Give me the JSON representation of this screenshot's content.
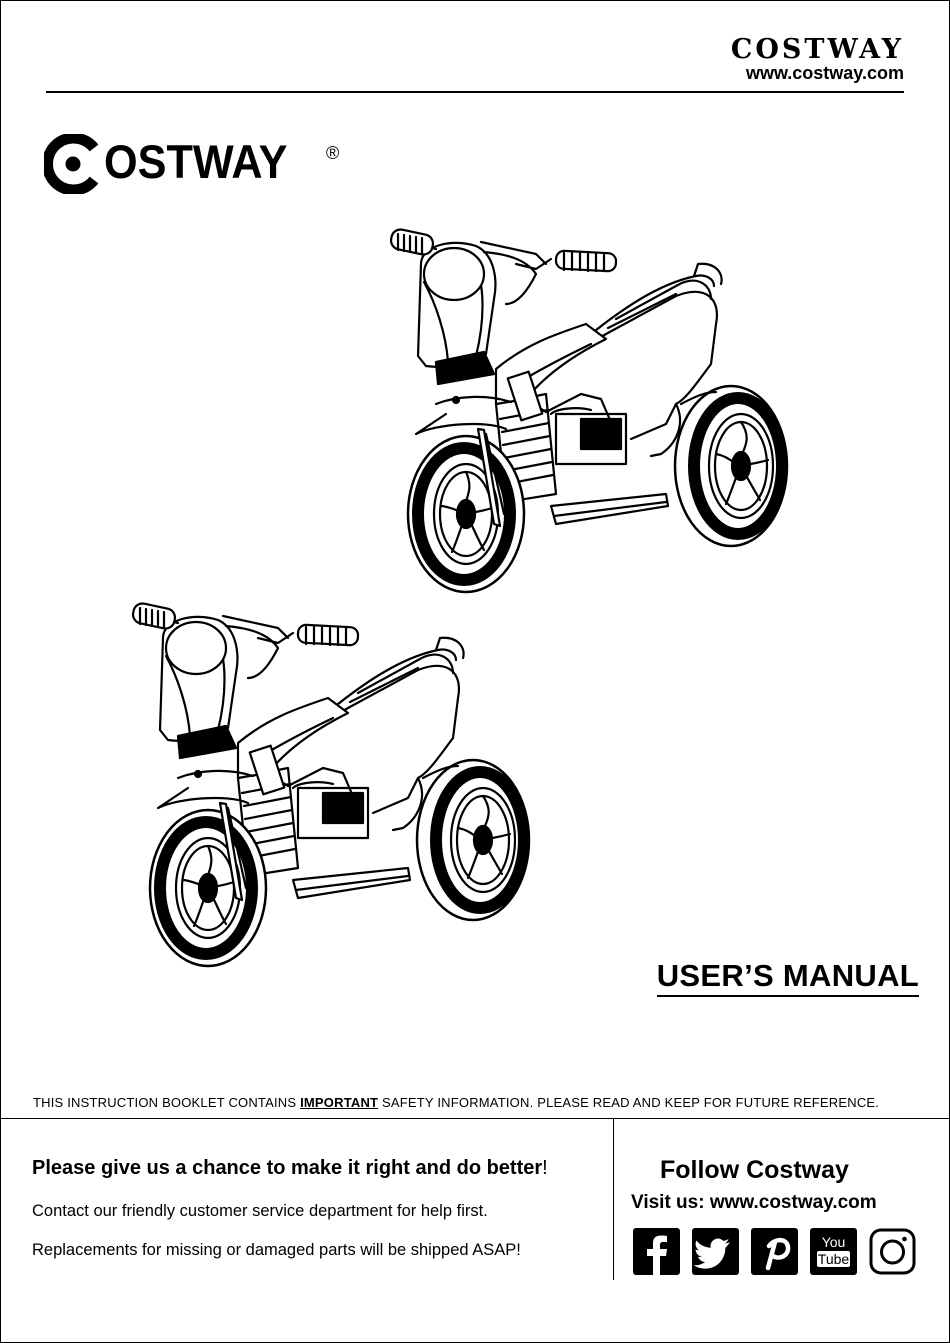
{
  "header": {
    "brand": "COSTWAY",
    "url": "www.costway.com"
  },
  "logo": {
    "text": "OSTWAY",
    "registered": "®"
  },
  "cover": {
    "title": "USER’S MANUAL",
    "notice_pre": "THIS INSTRUCTION BOOKLET CONTAINS ",
    "notice_important": "IMPORTANT",
    "notice_post": " SAFETY INFORMATION. PLEASE READ AND KEEP FOR FUTURE REFERENCE."
  },
  "footer": {
    "headline": "Please give us a chance to make it right and do better",
    "headline_mark": "!",
    "line1": "Contact our friendly customer service department for help first.",
    "line2": "Replacements for missing or damaged parts will be shipped ASAP!",
    "follow_title": "Follow Costway",
    "visit": "Visit us: www.costway.com",
    "youtube_top": "You",
    "youtube_bottom": "Tube"
  },
  "social_icons": [
    "facebook-icon",
    "twitter-icon",
    "pinterest-icon",
    "youtube-icon",
    "instagram-icon"
  ]
}
